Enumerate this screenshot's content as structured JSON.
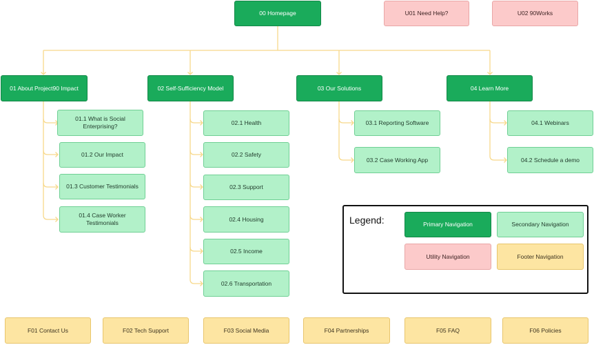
{
  "primary_nav": {
    "home": "00 Homepage",
    "about": "01 About Project90 Impact",
    "model": "02 Self-Sufficiency Model",
    "solutions": "03 Our Solutions",
    "learn": "04 Learn More"
  },
  "utility_nav": {
    "help": "U01  Need Help?",
    "works": "U02 90Works"
  },
  "secondary_nav": {
    "about": [
      "01.1 What is Social Enterprising?",
      "01.2 Our Impact",
      "01.3 Customer Testimonials",
      "01.4 Case Worker Testimonials"
    ],
    "model": [
      "02.1 Health",
      "02.2 Safety",
      "02.3 Support",
      "02.4 Housing",
      "02.5 Income",
      "02.6 Transportation"
    ],
    "solutions": [
      "03.1 Reporting Software",
      "03.2 Case Working App"
    ],
    "learn": [
      "04.1 Webinars",
      "04.2 Schedule a demo"
    ]
  },
  "footer_nav": [
    "F01 Contact Us",
    "F02 Tech Support",
    "F03 Social Media",
    "F04 Partnerships",
    "F05 FAQ",
    "F06 Policies"
  ],
  "legend": {
    "title": "Legend:",
    "primary": "Primary Navigation",
    "secondary": "Secondary Navigation",
    "utility": "Utility Navigation",
    "footer": "Footer Navigation"
  },
  "colors": {
    "primary": "#1aab5b",
    "secondary": "#b2f1c9",
    "utility": "#fccaca",
    "footer": "#fde5a2",
    "connector": "#f7d88a"
  }
}
